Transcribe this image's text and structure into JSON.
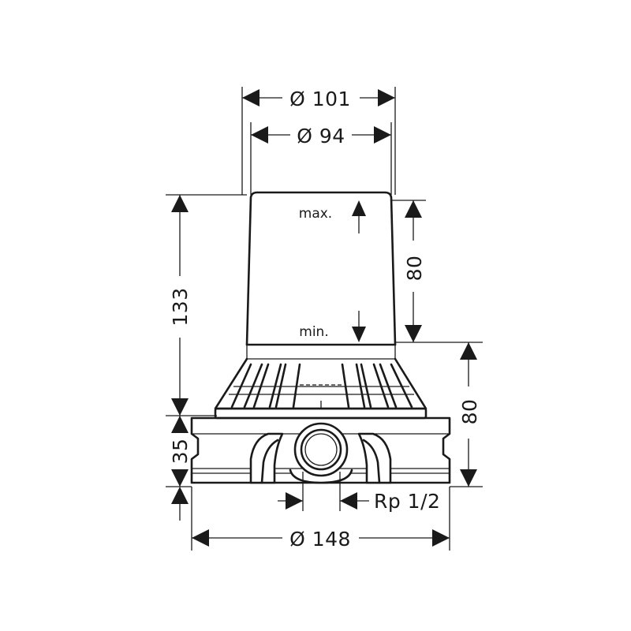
{
  "drawing": {
    "dimensions": {
      "diameter_outer_cap": "Ø 101",
      "diameter_inner_cap": "Ø 94",
      "height_total": "133",
      "base_height": "35",
      "level_range": "80",
      "lower_range": "80",
      "thread": "Rp 1/2",
      "diameter_base": "Ø 148"
    },
    "notes": {
      "max_label": "max.",
      "min_label": "min."
    }
  }
}
